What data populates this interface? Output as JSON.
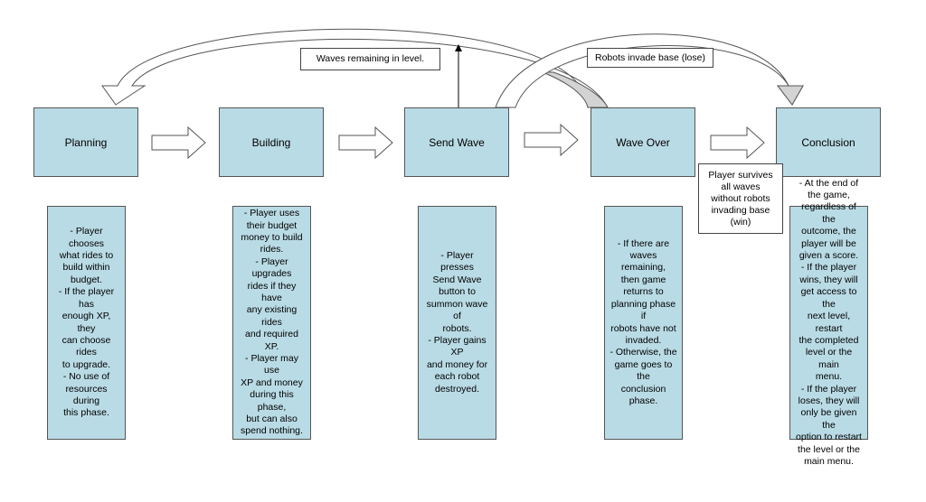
{
  "phases": {
    "planning": "Planning",
    "building": "Building",
    "send_wave": "Send Wave",
    "wave_over": "Wave Over",
    "conclusion": "Conclusion"
  },
  "descriptions": {
    "planning": "- Player chooses\nwhat rides to\nbuild within\nbudget.\n- If the player has\nenough XP, they\ncan choose rides\nto upgrade.\n- No use of\nresources during\nthis phase.",
    "building": "- Player uses\ntheir budget\nmoney to build\nrides.\n- Player upgrades\nrides if they have\nany existing rides\nand required XP.\n- Player may use\nXP and money\nduring this phase,\nbut can also\nspend nothing.",
    "send_wave": "- Player presses\nSend Wave\nbutton to\nsummon wave of\nrobots.\n- Player gains XP\nand money for\neach robot\ndestroyed.",
    "wave_over": "- If there are\nwaves remaining,\nthen game\nreturns to\nplanning phase if\nrobots have not\ninvaded.\n- Otherwise, the\ngame goes to the\nconclusion phase.",
    "conclusion": "- At the end of\nthe game,\nregardless of the\noutcome, the\nplayer will be\ngiven a score.\n- If the player\nwins, they will\nget access to the\nnext level, restart\nthe completed\nlevel or the main\nmenu.\n- If the player\nloses, they will\nonly be given the\noption to restart\nthe level or the\nmain menu."
  },
  "labels": {
    "waves_remaining": "Waves remaining in level.",
    "robots_invade": "Robots invade base (lose)",
    "player_survives": "Player survives\nall waves\nwithout robots\ninvading base\n(win)"
  },
  "colors": {
    "box_fill": "#b9dbe5",
    "arrow_fill": "#ffffff",
    "arrow_tip_fill": "#d3d3d3",
    "stroke": "#555555"
  }
}
